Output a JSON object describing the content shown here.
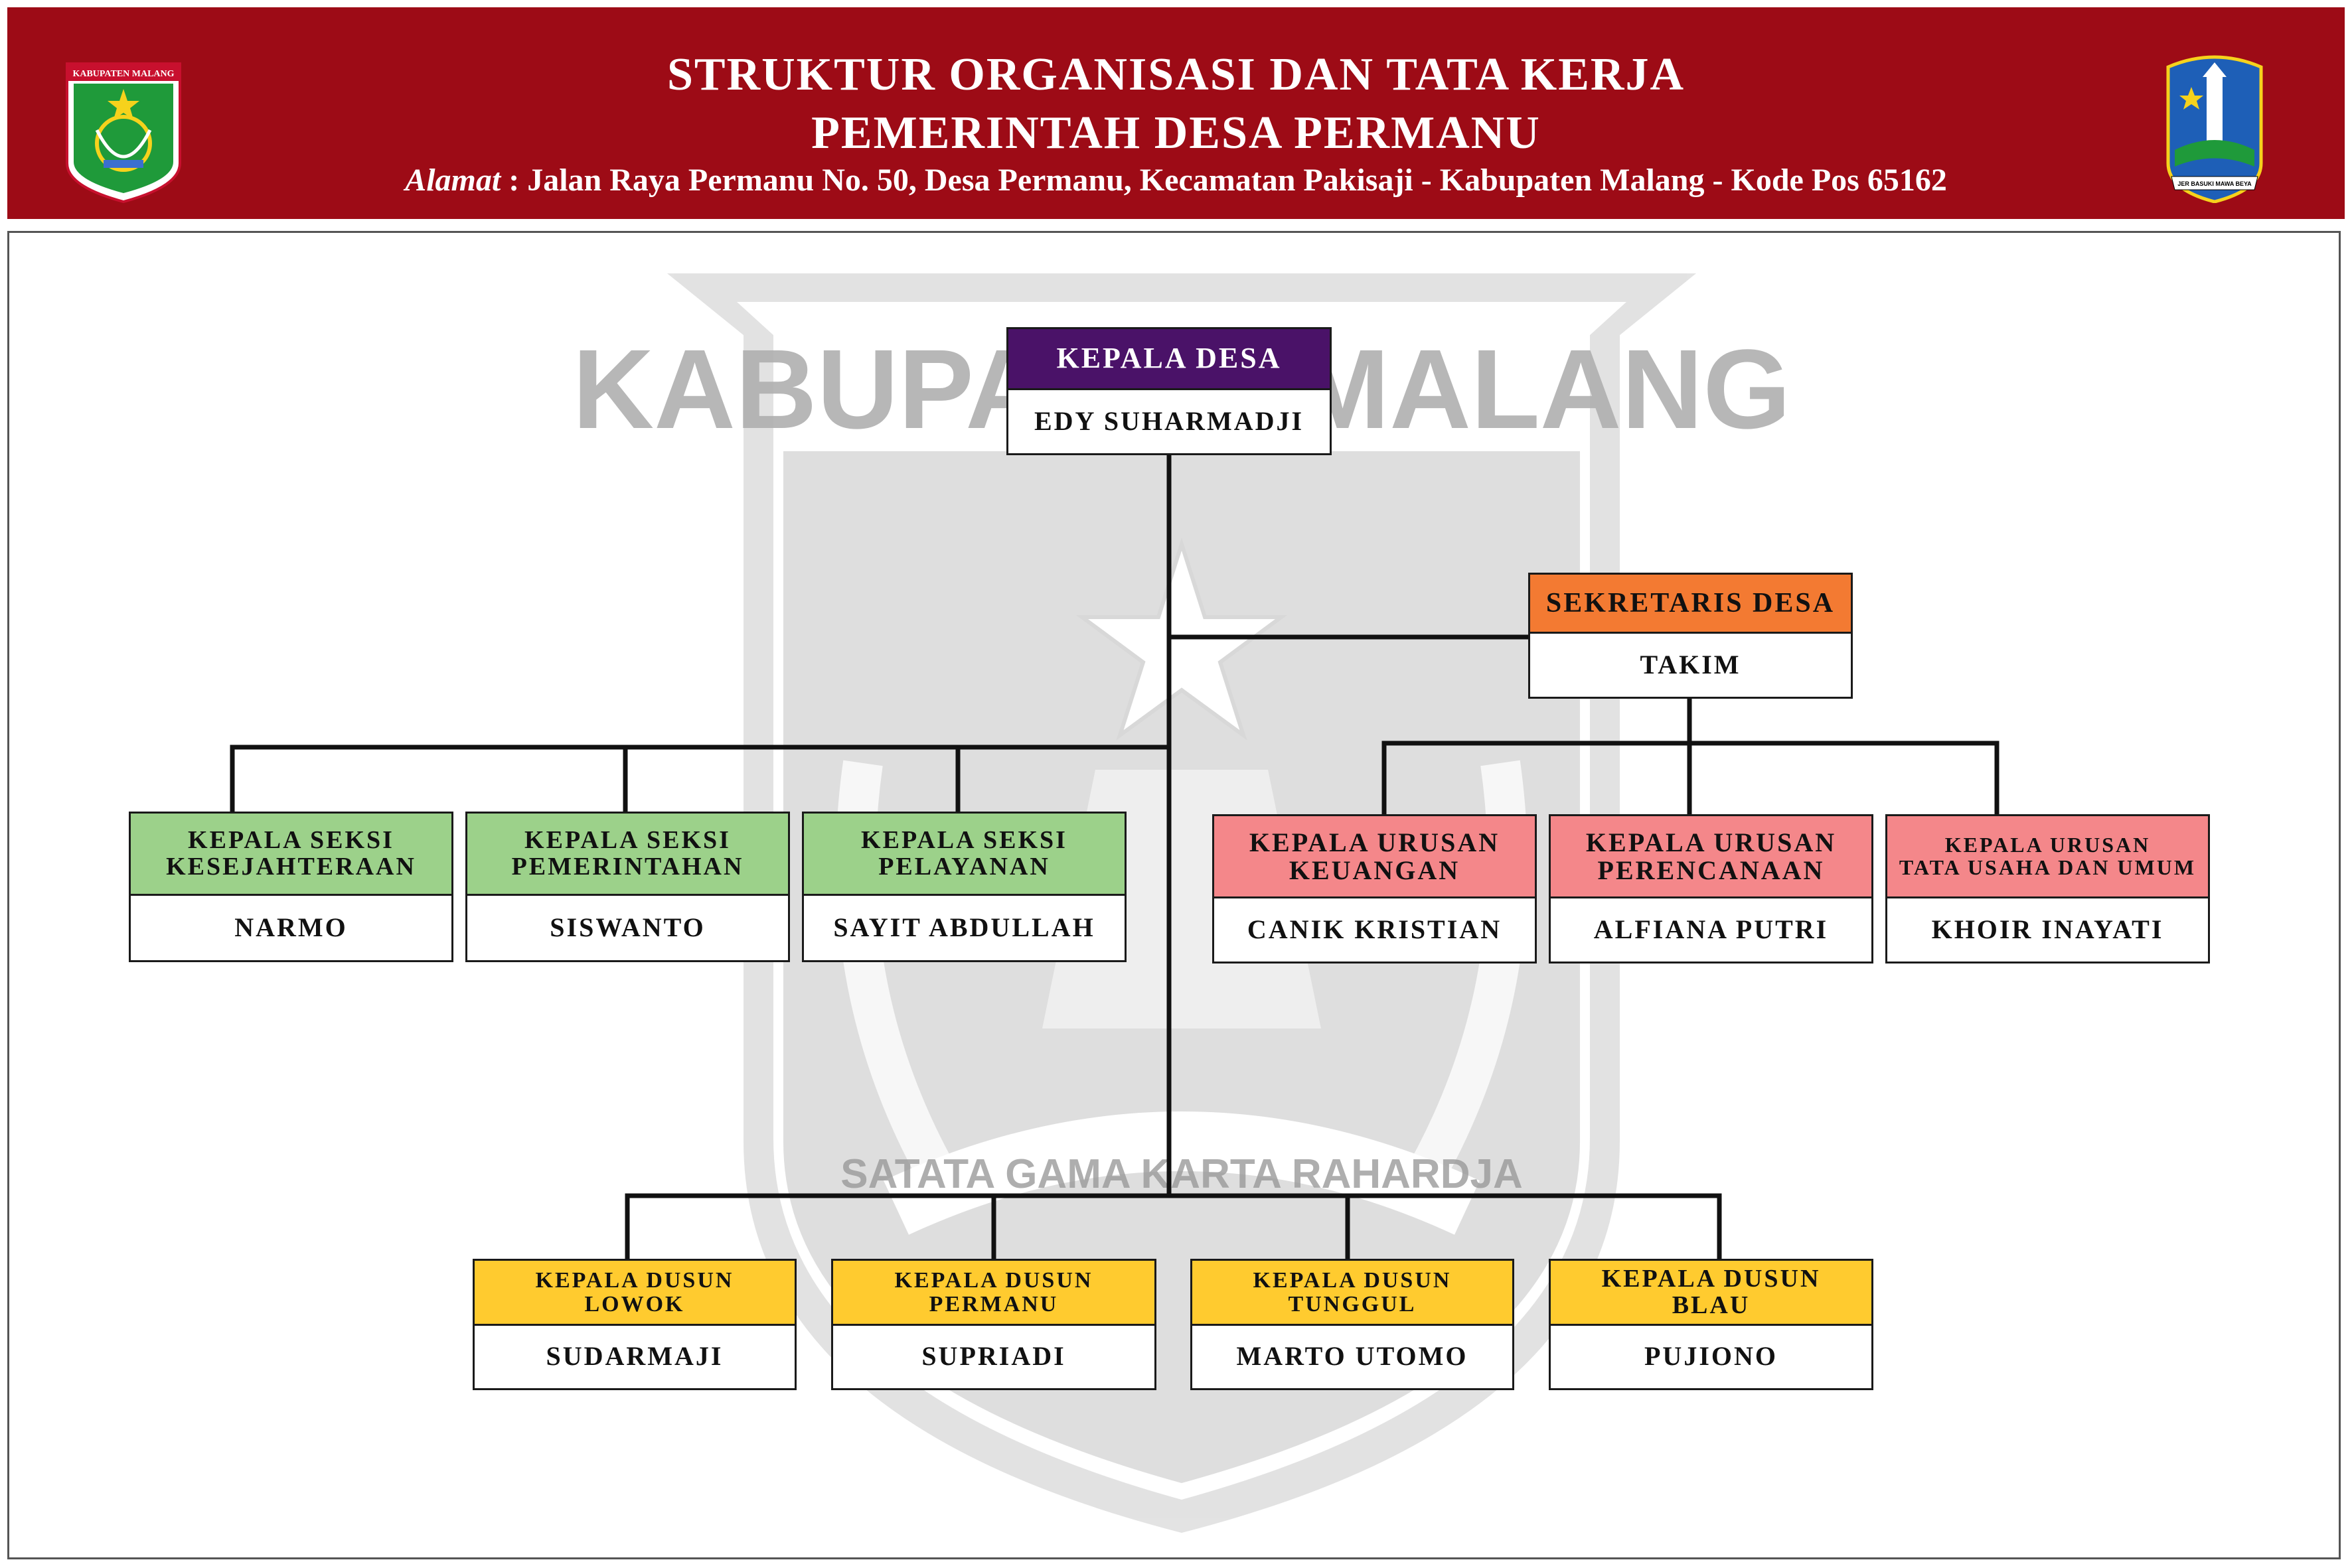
{
  "header": {
    "title_line1": "STRUKTUR ORGANISASI DAN TATA KERJA",
    "title_line2": "PEMERINTAH DESA PERMANU",
    "address_label": "Alamat",
    "address_text": " : Jalan Raya Permanu No. 50, Desa Permanu, Kecamatan Pakisaji - Kabupaten Malang - Kode Pos 65162",
    "logo_left_text": "KABUPATEN MALANG",
    "logo_right_text": "JER BASUKI MAWA BEYA",
    "logo_left_icon": "kabupaten-malang-crest-icon",
    "logo_right_icon": "east-java-crest-icon"
  },
  "watermark": {
    "top_text": "KABUPATEN MALANG",
    "motto": "SATATA GAMA KARTA RAHARDJA"
  },
  "colors": {
    "header_bg": "#9d0b16",
    "kepala_desa": "#4a1268",
    "sekretaris": "#f37a32",
    "seksi": "#9cd18a",
    "urusan": "#f4878a",
    "dusun": "#ffcb2f"
  },
  "org": {
    "kepala_desa": {
      "role": "KEPALA DESA",
      "name": "EDY SUHARMADJI"
    },
    "sekretaris": {
      "role": "SEKRETARIS DESA",
      "name": "TAKIM"
    },
    "seksi": [
      {
        "role_line1": "KEPALA SEKSI",
        "role_line2": "KESEJAHTERAAN",
        "name": "NARMO"
      },
      {
        "role_line1": "KEPALA SEKSI",
        "role_line2": "PEMERINTAHAN",
        "name": "SISWANTO"
      },
      {
        "role_line1": "KEPALA SEKSI",
        "role_line2": "PELAYANAN",
        "name": "SAYIT ABDULLAH"
      }
    ],
    "urusan": [
      {
        "role_line1": "KEPALA URUSAN",
        "role_line2": "KEUANGAN",
        "name": "CANIK KRISTIAN"
      },
      {
        "role_line1": "KEPALA URUSAN",
        "role_line2": "PERENCANAAN",
        "name": "ALFIANA PUTRI"
      },
      {
        "role_line1": "KEPALA URUSAN",
        "role_line2": "TATA USAHA DAN UMUM",
        "name": "KHOIR INAYATI"
      }
    ],
    "dusun": [
      {
        "role_line1": "KEPALA DUSUN",
        "role_line2": "LOWOK",
        "name": "SUDARMAJI"
      },
      {
        "role_line1": "KEPALA DUSUN",
        "role_line2": "PERMANU",
        "name": "SUPRIADI"
      },
      {
        "role_line1": "KEPALA DUSUN",
        "role_line2": "TUNGGUL",
        "name": "MARTO UTOMO"
      },
      {
        "role_line1": "KEPALA DUSUN",
        "role_line2": "BLAU",
        "name": "PUJIONO"
      }
    ]
  }
}
